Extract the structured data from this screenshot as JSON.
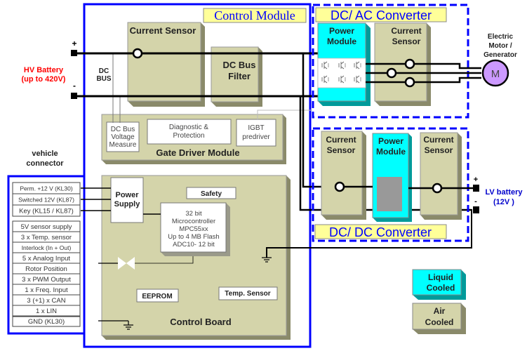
{
  "control_module": {
    "title": "Control Module"
  },
  "hv_battery": {
    "line1": "HV Battery",
    "line2": "(up to 420V)",
    "plus": "+",
    "minus": "-"
  },
  "dc_bus": {
    "line1": "DC",
    "line2": "BUS"
  },
  "current_sensor_main": {
    "title": "Current Sensor"
  },
  "dc_bus_filter": {
    "line1": "DC Bus",
    "line2": "Filter"
  },
  "gate_driver": {
    "title": "Gate Driver Module",
    "voltage_measure": [
      "DC Bus",
      "Voltage",
      "Measure"
    ],
    "diagnostic": [
      "Diagnostic &",
      "Protection"
    ],
    "igbt": [
      "IGBT",
      "predriver"
    ]
  },
  "control_board": {
    "title": "Control Board",
    "power_supply": [
      "Power",
      "Supply"
    ],
    "safety": "Safety",
    "microcontroller": [
      "32 bit",
      "Microcontroller",
      "MPC55xx",
      "Up to 4  MB Flash",
      "ADC10- 12 bit"
    ],
    "eeprom": "EEPROM",
    "temp_sensor": "Temp. Sensor"
  },
  "vehicle_connector": {
    "title_line1": "vehicle",
    "title_line2": "connector",
    "power_pins": [
      "Perm. +12 V (KL30)",
      "Switched 12V (KL87)",
      "Key (KL15 / KL87)"
    ],
    "signal_pins": [
      "5V sensor supply",
      "3 x Temp. sensor",
      "Interlock (In + Out)",
      "5 x Analog Input",
      "Rotor Position",
      "3 x PWM Output",
      "1 x Freq. Input",
      "3 (+1) x CAN",
      "1 x LIN"
    ],
    "ground_pin": "GND (KL30)"
  },
  "dc_ac_converter": {
    "title": "DC/  AC Converter",
    "power_module": [
      "Power",
      "Module"
    ],
    "current_sensor": [
      "Current",
      "Sensor"
    ]
  },
  "motor": {
    "label": [
      "Electric",
      "Motor /",
      "Generator"
    ],
    "symbol": "M"
  },
  "dc_dc_converter": {
    "title": "DC/  DC Converter",
    "current_sensor_in": [
      "Current",
      "Sensor"
    ],
    "power_module": [
      "Power",
      "Module"
    ],
    "current_sensor_out": [
      "Current",
      "Sensor"
    ]
  },
  "lv_battery": {
    "line1": "LV battery",
    "line2": "(12V )",
    "plus": "+",
    "minus": "-"
  },
  "legend": {
    "liquid": [
      "Liquid",
      "Cooled"
    ],
    "air": [
      "Air",
      "Cooled"
    ]
  },
  "colors": {
    "air_cooled": "#d4d4aa",
    "liquid_cooled": "#00ffff",
    "module_border": "#0000ff",
    "title_box": "#ffff99",
    "hv_text": "#ff0000",
    "lv_text": "#0000ff"
  }
}
